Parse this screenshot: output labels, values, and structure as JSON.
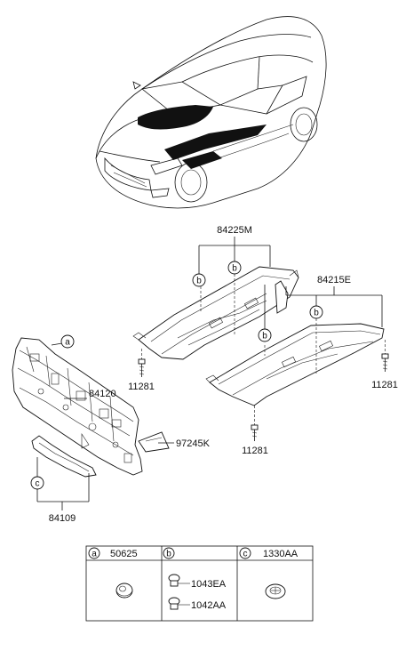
{
  "parts": {
    "p84225M": "84225M",
    "p84215E": "84215E",
    "p84120": "84120",
    "p97245K": "97245K",
    "p84109": "84109",
    "p11281_left": "11281",
    "p11281_mid": "11281",
    "p11281_right": "11281"
  },
  "callouts": {
    "a": "a",
    "b": "b",
    "c": "c"
  },
  "legend": {
    "col_a": {
      "letter": "a",
      "part": "50625"
    },
    "col_b": {
      "letter": "b",
      "part_top": "1043EA",
      "part_bottom": "1042AA"
    },
    "col_c": {
      "letter": "c",
      "part": "1330AA"
    }
  }
}
